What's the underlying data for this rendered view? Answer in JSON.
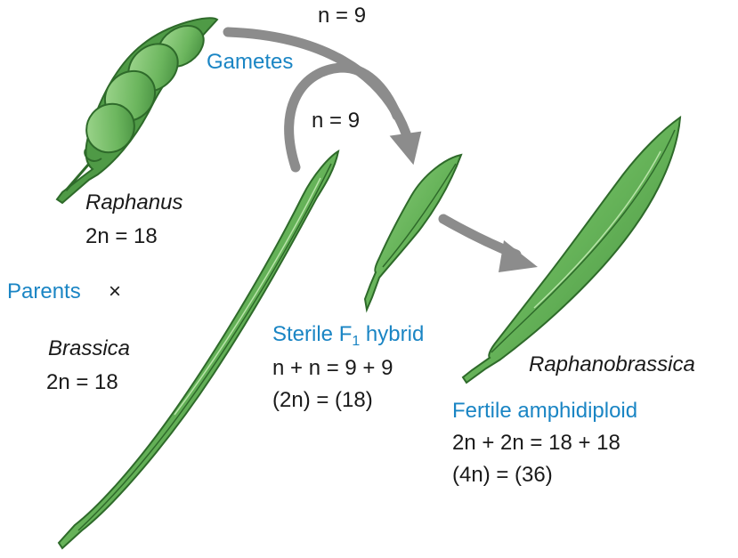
{
  "diagram": {
    "gametes_label": "Gametes",
    "gamete_raphanus_n": "n = 9",
    "gamete_brassica_n": "n = 9",
    "parents_label": "Parents",
    "cross_symbol": "×",
    "raphanus": {
      "name": "Raphanus",
      "ploidy": "2n = 18"
    },
    "brassica": {
      "name": "Brassica",
      "ploidy": "2n = 18"
    },
    "f1_hybrid": {
      "title_main": "Sterile F",
      "title_sub": "1",
      "title_rest": " hybrid",
      "line1": "n + n = 9 + 9",
      "line2": "(2n) = (18)"
    },
    "raphanobrassica": {
      "name": "Raphanobrassica",
      "status": "Fertile amphidiploid",
      "line1": "2n + 2n = 18 + 18",
      "line2": "(4n) = (36)"
    },
    "colors": {
      "label_blue": "#1a85c4",
      "arrow_gray": "#8c8c8c",
      "pod_green": "#6cb65e",
      "pod_dark": "#2e6a2a"
    }
  }
}
